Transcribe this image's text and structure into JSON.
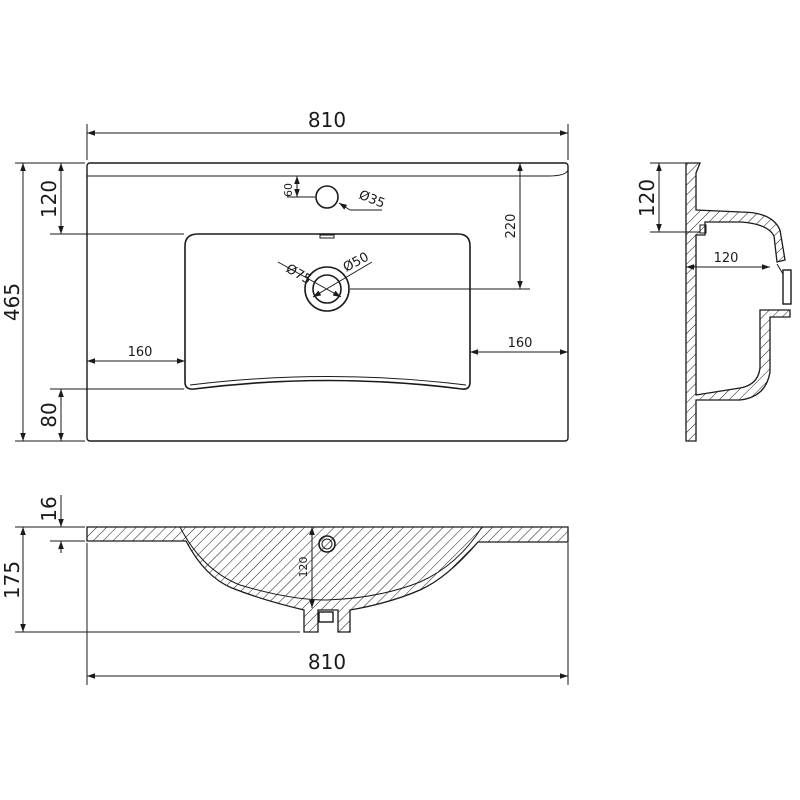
{
  "top_view": {
    "width": "810",
    "depth": "465",
    "rear_offset": "120",
    "front_offset": "80",
    "tap_offset": "60",
    "tap_hole": "Ø35",
    "drain_offset": "220",
    "drain_outer": "Ø75",
    "drain_inner": "Ø50",
    "left_margin": "160",
    "right_margin": "160"
  },
  "side_view": {
    "height": "120",
    "depth": "120"
  },
  "front_view": {
    "thickness": "16",
    "height": "175",
    "drain_height": "120",
    "width": "810"
  },
  "colors": {
    "line": "#1a1a1a",
    "background": "#ffffff"
  }
}
